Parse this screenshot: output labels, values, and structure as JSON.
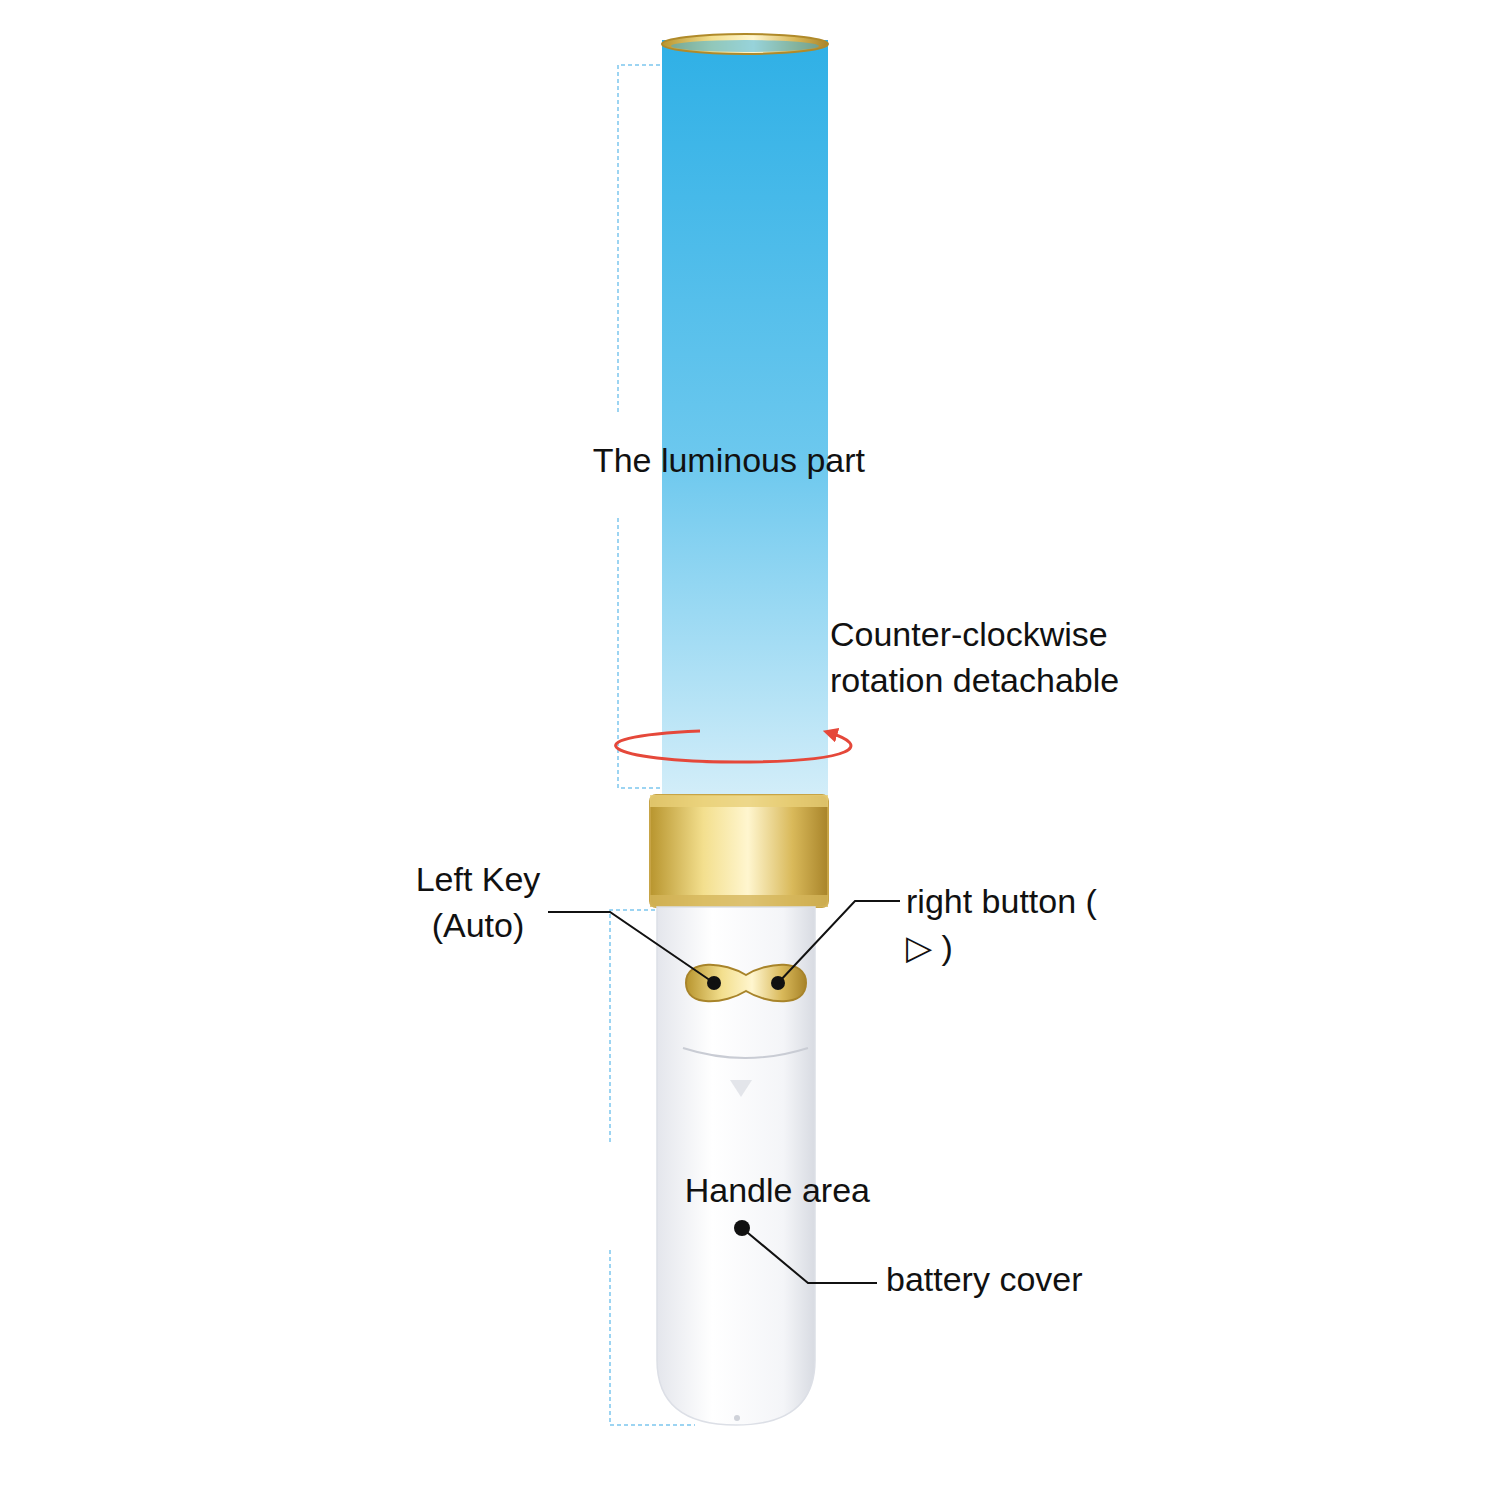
{
  "diagram": {
    "labels": [
      "The luminous part",
      "Counter-clockwise rotation detachable",
      "Left Key (Auto)",
      "right button ( ▷ )",
      "Handle area",
      "battery cover"
    ]
  }
}
